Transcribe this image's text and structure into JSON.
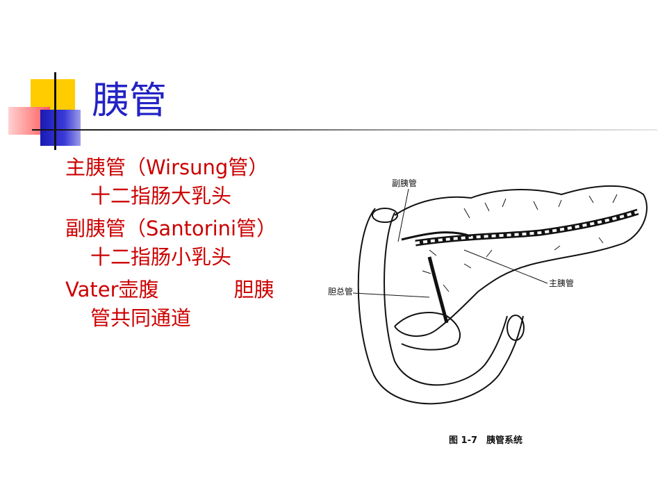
{
  "slide": {
    "title": "胰管",
    "bullets": [
      {
        "term": "主胰管",
        "paren": "（Wirsung管）",
        "detail": "十二指肠大乳头"
      },
      {
        "term": "副胰管",
        "paren": "（Santorini管）",
        "detail": "十二指肠小乳头"
      },
      {
        "term": "Vater壶腹",
        "tail": "胆胰",
        "detail": "管共同通道"
      }
    ]
  },
  "figure": {
    "labels": {
      "accessory_duct": "副胰管",
      "common_bile_duct": "胆总管",
      "main_duct": "主胰管"
    },
    "caption_number": "图 1-7",
    "caption_text": "胰管系统"
  },
  "colors": {
    "title": "#2323c6",
    "bullet_text": "#cc0000",
    "accent_yellow": "#ffcc00",
    "accent_blue": "#2a2ac8",
    "accent_pink": "#ff5a5a"
  }
}
